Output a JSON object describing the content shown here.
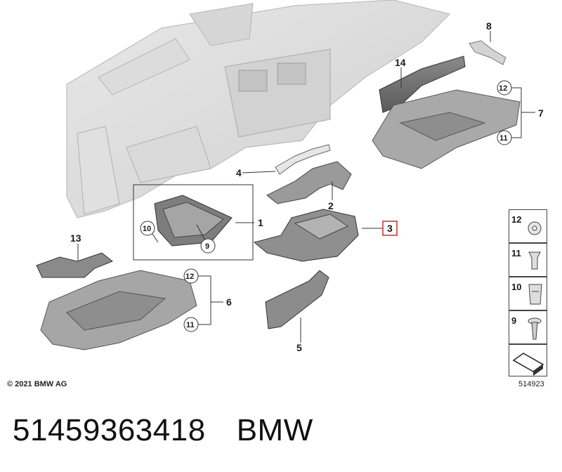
{
  "parts": {
    "p1": "1",
    "p2": "2",
    "p3": "3",
    "p4": "4",
    "p5": "5",
    "p6": "6",
    "p7": "7",
    "p8": "8",
    "p9": "9",
    "p10": "10",
    "p11": "11",
    "p12": "12",
    "p13": "13",
    "p14": "14"
  },
  "highlight_color": "#d9262b",
  "legend": [
    {
      "number": "12",
      "icon": "spacer-washer-icon"
    },
    {
      "number": "11",
      "icon": "expanding-rivet-icon"
    },
    {
      "number": "10",
      "icon": "clip-nut-icon"
    },
    {
      "number": "9",
      "icon": "tapping-screw-icon"
    },
    {
      "number": "",
      "icon": "mounting-pad-icon"
    }
  ],
  "copyright": "© 2021 BMW AG",
  "diagram_id": "514923",
  "footer": {
    "part_number": "51459363418",
    "brand": "BMW"
  }
}
